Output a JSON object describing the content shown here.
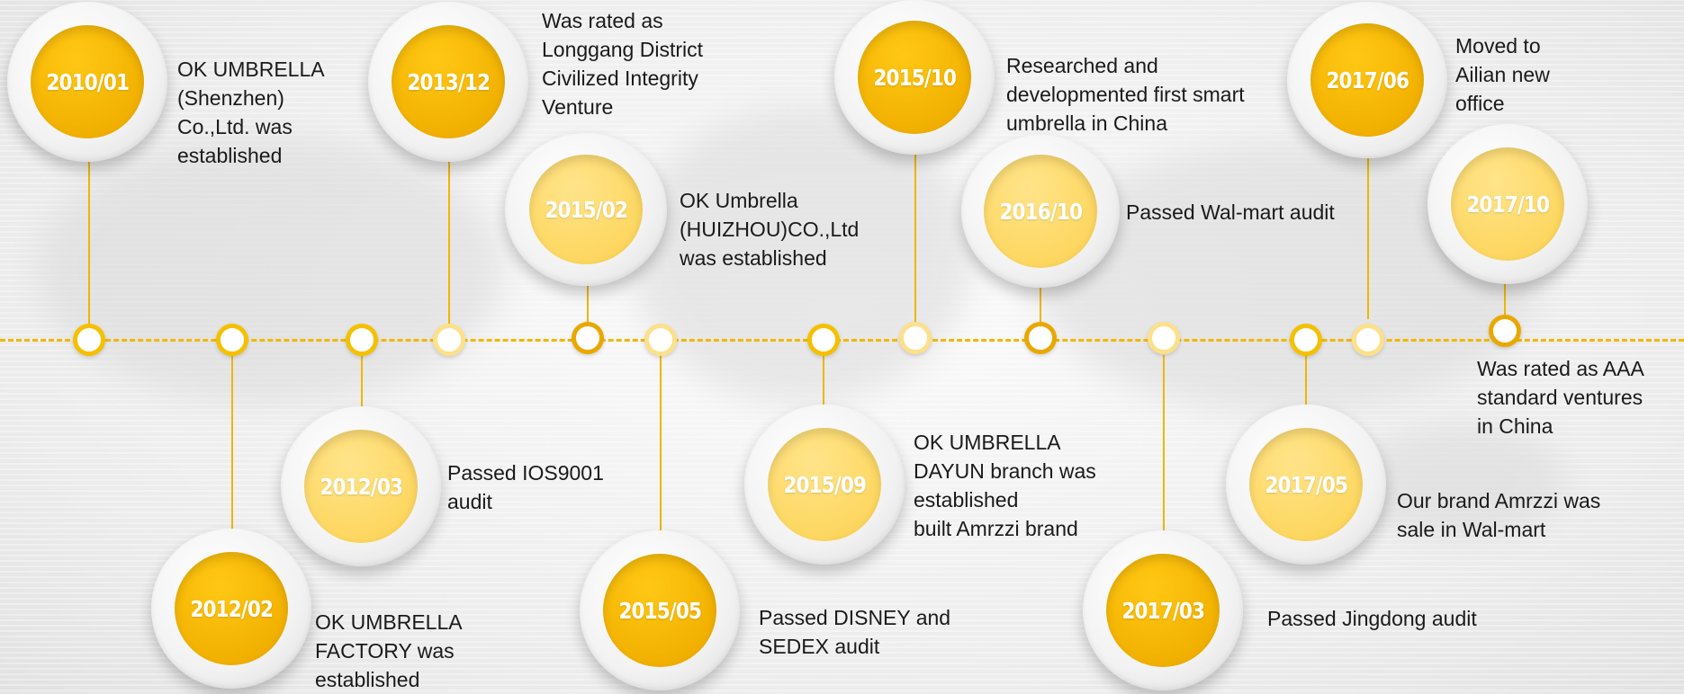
{
  "milestones": [
    {
      "date": "2010/01",
      "text": "OK UMBRELLA\n(Shenzhen)\nCo.,Ltd. was\nestablished"
    },
    {
      "date": "2012/02",
      "text": "OK UMBRELLA\nFACTORY was\nestablished"
    },
    {
      "date": "2012/03",
      "text": "Passed IOS9001\naudit"
    },
    {
      "date": "2013/12",
      "text": "Was rated as\nLonggang District\nCivilized Integrity\nVenture"
    },
    {
      "date": "2015/02",
      "text": "OK Umbrella\n(HUIZHOU)CO.,Ltd\nwas established"
    },
    {
      "date": "2015/05",
      "text": "Passed DISNEY and\nSEDEX audit"
    },
    {
      "date": "2015/09",
      "text": "OK UMBRELLA\nDAYUN branch was\nestablished\nbuilt Amrzzi brand"
    },
    {
      "date": "2015/10",
      "text": "Researched and\ndevelopmented first smart\numbrella in China"
    },
    {
      "date": "2016/10",
      "text": "Passed Wal-mart audit"
    },
    {
      "date": "2017/03",
      "text": "Passed Jingdong audit"
    },
    {
      "date": "2017/05",
      "text": "Our brand Amrzzi was\nsale  in Wal-mart"
    },
    {
      "date": "2017/06",
      "text": "Moved to\nAilian new\noffice"
    },
    {
      "date": "2017/10",
      "text": "Was rated as AAA\nstandard ventures\nin China"
    }
  ],
  "colors": {
    "accent": "#F2B100",
    "accent_light": "#FDD761",
    "line": "#F0B800"
  }
}
